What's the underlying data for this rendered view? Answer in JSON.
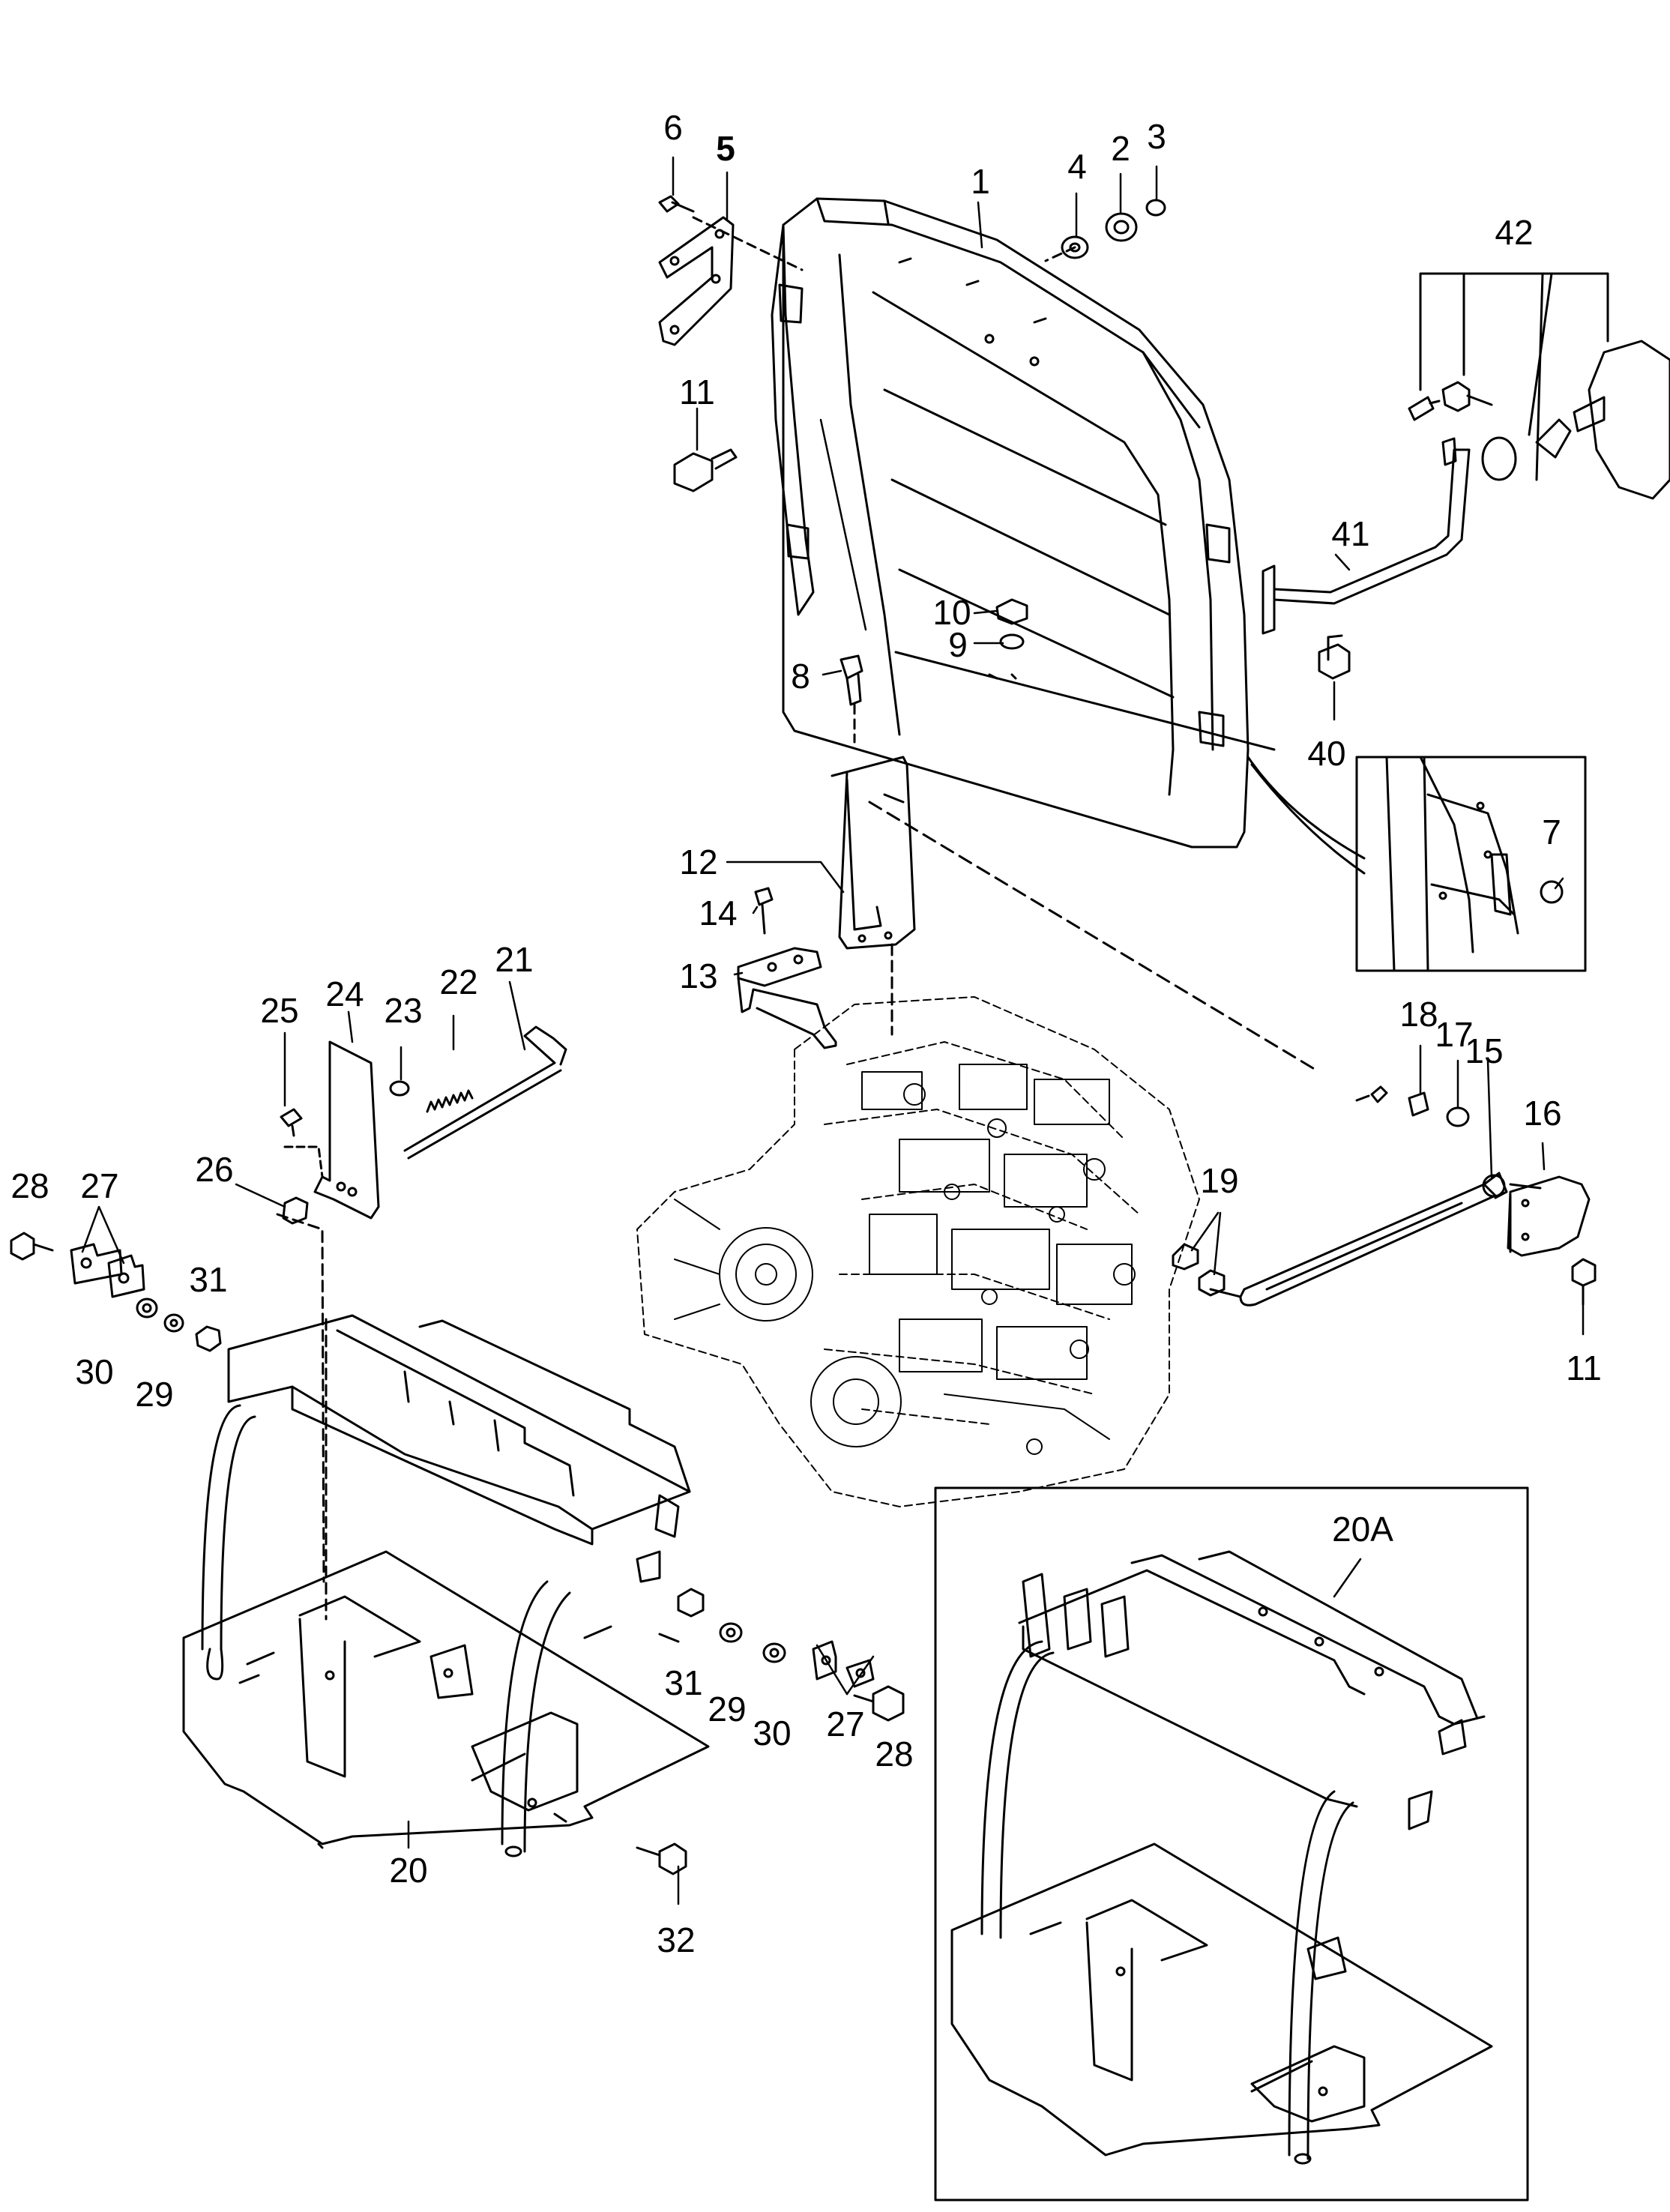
{
  "diagram": {
    "type": "exploded-parts-diagram",
    "callouts": [
      {
        "id": "c1",
        "label": "1"
      },
      {
        "id": "c2",
        "label": "2"
      },
      {
        "id": "c3",
        "label": "3"
      },
      {
        "id": "c4",
        "label": "4"
      },
      {
        "id": "c5",
        "label": "5"
      },
      {
        "id": "c6",
        "label": "6"
      },
      {
        "id": "c7",
        "label": "7"
      },
      {
        "id": "c8",
        "label": "8"
      },
      {
        "id": "c9",
        "label": "9"
      },
      {
        "id": "c10",
        "label": "10"
      },
      {
        "id": "c11a",
        "label": "11"
      },
      {
        "id": "c11b",
        "label": "11"
      },
      {
        "id": "c12",
        "label": "12"
      },
      {
        "id": "c13",
        "label": "13"
      },
      {
        "id": "c14",
        "label": "14"
      },
      {
        "id": "c15",
        "label": "15"
      },
      {
        "id": "c16",
        "label": "16"
      },
      {
        "id": "c17",
        "label": "17"
      },
      {
        "id": "c18",
        "label": "18"
      },
      {
        "id": "c19",
        "label": "19"
      },
      {
        "id": "c20",
        "label": "20"
      },
      {
        "id": "c20a",
        "label": "20A"
      },
      {
        "id": "c21",
        "label": "21"
      },
      {
        "id": "c22",
        "label": "22"
      },
      {
        "id": "c23",
        "label": "23"
      },
      {
        "id": "c24",
        "label": "24"
      },
      {
        "id": "c25",
        "label": "25"
      },
      {
        "id": "c26",
        "label": "26"
      },
      {
        "id": "c27a",
        "label": "27"
      },
      {
        "id": "c27b",
        "label": "27"
      },
      {
        "id": "c28a",
        "label": "28"
      },
      {
        "id": "c28b",
        "label": "28"
      },
      {
        "id": "c29a",
        "label": "29"
      },
      {
        "id": "c29b",
        "label": "29"
      },
      {
        "id": "c30a",
        "label": "30"
      },
      {
        "id": "c30b",
        "label": "30"
      },
      {
        "id": "c31a",
        "label": "31"
      },
      {
        "id": "c31b",
        "label": "31"
      },
      {
        "id": "c32",
        "label": "32"
      },
      {
        "id": "c40",
        "label": "40"
      },
      {
        "id": "c41",
        "label": "41"
      },
      {
        "id": "c42",
        "label": "42"
      }
    ]
  }
}
